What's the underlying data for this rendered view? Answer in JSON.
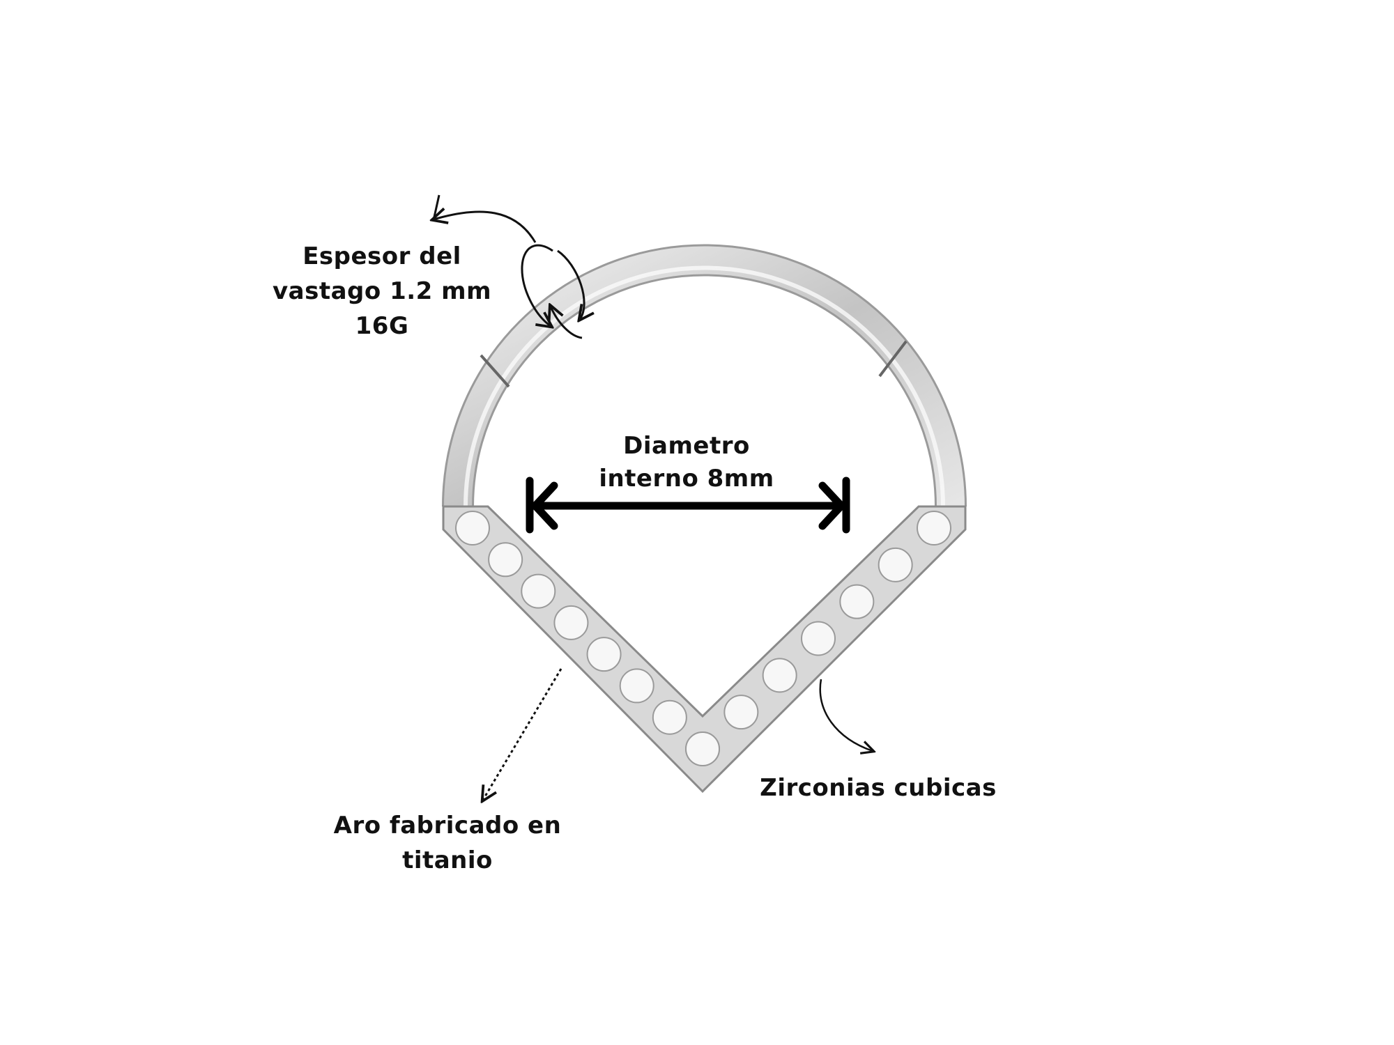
{
  "labels": {
    "thickness": {
      "line1": "Espesor del",
      "line2": "vastago 1.2 mm",
      "line3": "16G"
    },
    "diameter": {
      "line1": "Diametro",
      "line2": "interno 8mm"
    },
    "stones": {
      "line1": "Zirconias cubicas"
    },
    "material": {
      "line1": "Aro fabricado en",
      "line2": "titanio"
    }
  },
  "colors": {
    "ink": "#111111",
    "metal": "#c9c9c9",
    "metal_dark": "#8e8e8e",
    "background": "#ffffff"
  }
}
